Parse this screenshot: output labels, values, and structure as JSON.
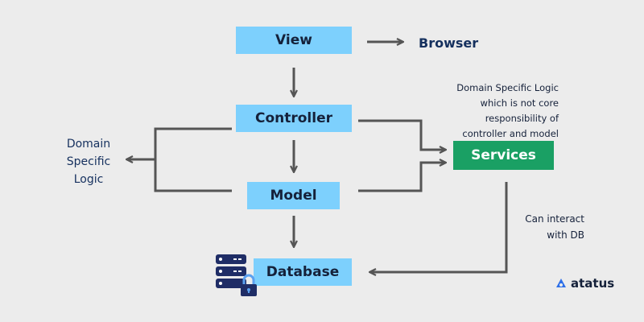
{
  "nodes": {
    "view": "View",
    "controller": "Controller",
    "model": "Model",
    "database": "Database",
    "services": "Services"
  },
  "labels": {
    "browser": "Browser",
    "domain_specific_logic_lines": [
      "Domain",
      "Specific",
      "Logic"
    ],
    "services_note_lines": [
      "Domain Specific Logic",
      "which is not core",
      "responsibility of",
      "controller and model"
    ],
    "db_note_lines": [
      "Can interact",
      "with DB"
    ]
  },
  "brand": {
    "name": "atatus"
  },
  "colors": {
    "background": "#ececec",
    "box_blue": "#7dd0fd",
    "box_green": "#1aa064",
    "arrow": "#555555",
    "text_dark": "#15213a"
  },
  "icons": {
    "database": "database-server-lock-icon",
    "brand": "atatus-logo-icon"
  }
}
